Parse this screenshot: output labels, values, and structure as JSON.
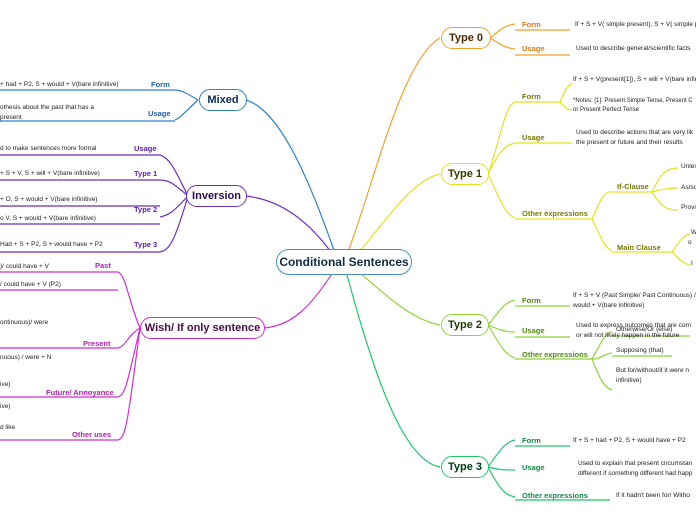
{
  "central": "Conditional Sentences",
  "colors": {
    "type0": "#f3a02a",
    "type1": "#dede1a",
    "type2": "#8fd33a",
    "type3": "#1fc76a",
    "mixed": "#2f7fd0",
    "inversion": "#6a2fc4",
    "wish": "#d02fd0"
  },
  "type0": {
    "title": "Type 0",
    "form_label": "Form",
    "form_text": "If + S + V( simple present), S + V( simple p",
    "usage_label": "Usage",
    "usage_text": "Used to describe general/scientific facts"
  },
  "type1": {
    "title": "Type 1",
    "form_label": "Form",
    "form_text": "If + S + V(present[1]), S + will + V(bare infini",
    "form_note_1": "*Notes: [1]: Present Simple Tense, Present C",
    "form_note_2": "or Present Perfect Tense",
    "usage_label": "Usage",
    "usage_text_1": "Used to describe actions that are very lik",
    "usage_text_2": "the present or future and their results",
    "other_label": "Other expressions",
    "ifclause_label": "If-Clause",
    "ifclause_items": [
      "Unles",
      "As/so",
      "Provi"
    ],
    "main_label": "Main Clause",
    "main_items": [
      "W",
      "o",
      "I"
    ]
  },
  "type2": {
    "title": "Type 2",
    "form_label": "Form",
    "form_text_1": "If + S + V (Past Simple/ Past Continuous) /",
    "form_text_2": "would + V(bare infinitive)",
    "usage_label": "Usage",
    "usage_text_1": "Used to express outcomes that are com",
    "usage_text_2": "or will not likely happen in the future",
    "other_label": "Other expressions",
    "other_items": [
      "Otherwise/Or (else)",
      "Supposing (that)",
      "But for/without/if it were n",
      "infinitive)"
    ]
  },
  "type3": {
    "title": "Type 3",
    "form_label": "Form",
    "form_text": "If + S + had + P2, S + would have + P2",
    "usage_label": "Usage",
    "usage_text_1": "Used to explain that present circumstan",
    "usage_text_2": "different if something different had happ",
    "other_label": "Other expressions",
    "other_text": "If it hadn't been for/ Witho"
  },
  "mixed": {
    "title": "Mixed",
    "form_label": "Form",
    "form_text": "+ had + P2, S + would + V(bare infinitive)",
    "usage_label": "Usage",
    "usage_text_1": "othesis about the past that has a",
    "usage_text_2": "present"
  },
  "inversion": {
    "title": "Inversion",
    "usage_label": "Usage",
    "usage_text": "d to make sentences more formal",
    "t1_label": "Type 1",
    "t1_text": "+ S + V, S + will + V(bare infinitive)",
    "t2_label": "Type 2",
    "t2_text_1": "+ O, S + would + V(bare infinitive)",
    "t2_text_2": "o V, S + would + V(bare infinitive)",
    "t3_label": "Type 3",
    "t3_text": "Had + S + P2, S + would have + P2"
  },
  "wish": {
    "title": "Wish/ If only sentence",
    "past_label": "Past",
    "past_text_1": ")/ could have + V",
    "past_text_2": "/ could have + V (P2)",
    "present_label": "Present",
    "present_text_1": "ontinuous)/ were",
    "present_text_2": "nuous) / were + N",
    "future_label": "Future/ Annoyance",
    "future_text_1": "ive)",
    "future_text_2": "ive)",
    "other_label": "Other uses",
    "other_text": "d like"
  }
}
